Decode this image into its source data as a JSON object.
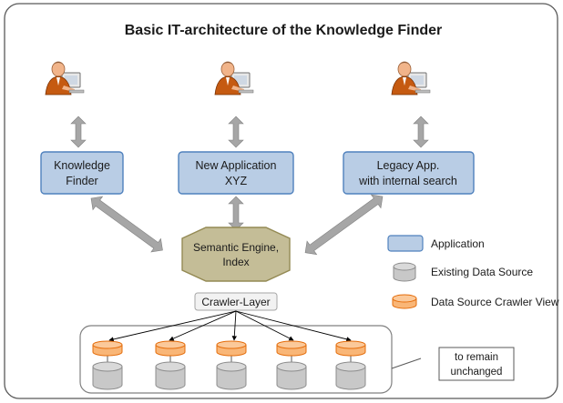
{
  "title": "Basic IT-architecture of the Knowledge Finder",
  "apps": {
    "knowledge_finder": [
      "Knowledge",
      "Finder"
    ],
    "new_application": [
      "New Application",
      "XYZ"
    ],
    "legacy_app": [
      "Legacy App.",
      "with internal search"
    ]
  },
  "engine": [
    "Semantic Engine,",
    "Index"
  ],
  "crawler_layer": "Crawler-Layer",
  "legend": {
    "application": "Application",
    "existing_data_source": "Existing Data Source",
    "crawler_view": "Data Source Crawler View"
  },
  "note": [
    "to remain",
    "unchanged"
  ],
  "icons": {
    "user": "user-at-computer-icon"
  },
  "colors": {
    "app_fill": "#b9cde5",
    "app_stroke": "#4f81bd",
    "engine_fill": "#c4bd97",
    "engine_stroke": "#948a54",
    "crawler_fill": "#f9b677",
    "crawler_stroke": "#e46c0a",
    "db_fill": "#c8c8c8",
    "db_stroke": "#8c8c8c",
    "arrow_fill": "#a6a6a6",
    "frame_stroke": "#595959"
  }
}
